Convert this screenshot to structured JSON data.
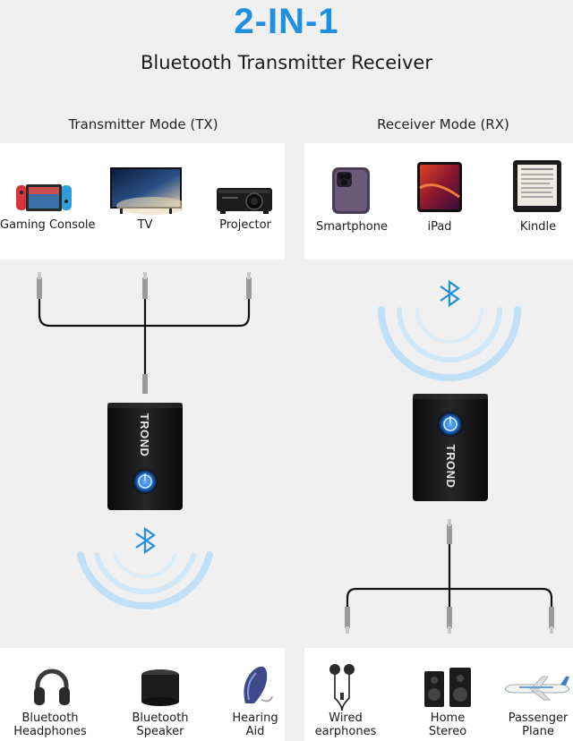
{
  "headline": "2-IN-1",
  "subheadline": "Bluetooth Transmitter Receiver",
  "transmitter": {
    "mode_title": "Transmitter Mode (TX)",
    "sources": [
      {
        "label": "Gaming Console",
        "icon": "gaming-console-icon"
      },
      {
        "label": "TV",
        "icon": "tv-icon"
      },
      {
        "label": "Projector",
        "icon": "projector-icon"
      }
    ],
    "device_brand": "TROND",
    "outputs": [
      {
        "line1": "Bluetooth",
        "line2": "Headphones",
        "icon": "headphones-icon"
      },
      {
        "line1": "Bluetooth",
        "line2": "Speaker",
        "icon": "speaker-icon"
      },
      {
        "line1": "Hearing",
        "line2": "Aid",
        "icon": "hearing-aid-icon"
      }
    ]
  },
  "receiver": {
    "mode_title": "Receiver Mode (RX)",
    "sources": [
      {
        "label": "Smartphone",
        "icon": "smartphone-icon"
      },
      {
        "label": "iPad",
        "icon": "ipad-icon"
      },
      {
        "label": "Kindle",
        "icon": "kindle-icon"
      }
    ],
    "device_brand": "TROND",
    "outputs": [
      {
        "line1": "Wired",
        "line2": "earphones",
        "icon": "earphones-icon"
      },
      {
        "line1": "Home",
        "line2": "Stereo",
        "icon": "home-stereo-icon"
      },
      {
        "line1": "Passenger",
        "line2": "Plane",
        "icon": "plane-icon"
      }
    ]
  },
  "colors": {
    "accent": "#1f8fe0",
    "device": "#141414",
    "power_glow": "#2b7de0"
  }
}
